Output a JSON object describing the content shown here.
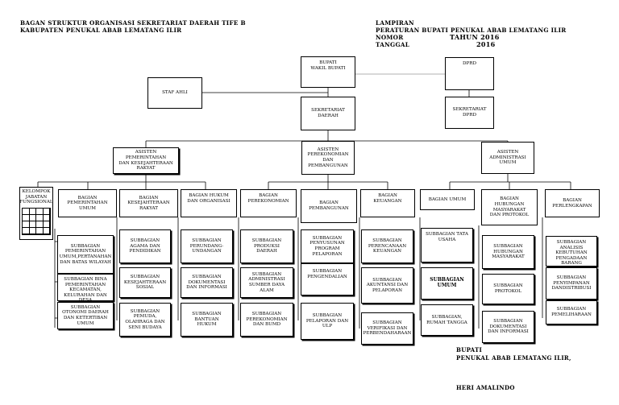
{
  "header": {
    "left_line1": "BAGAN STRUKTUR ORGANISASI SEKRETARIAT DAERAH TIFE B",
    "left_line2": "KABUPATEN PENUKAL ABAB LEMATANG ILIR",
    "right_line1": "LAMPIRAN",
    "right_line2": "PERATURAN BUPATI PENUKAL ABAB LEMATANG ILIR",
    "nomor_label": "NOMOR",
    "tahun_label": "TAHUN 2016",
    "tanggal_label": "TANGGAL",
    "tanggal_year": "2016"
  },
  "top": {
    "bupati": "BUPATI\nWAKIL BUPATI",
    "dprd": "DPRD",
    "staf_ahli": "STAF AHLI",
    "sekretariat_daerah": "SEKRETARIAT\nDAERAH",
    "sekretariat_dprd": "SEKRETARIAT\nDPRD"
  },
  "asisten": {
    "a1": "ASISTEN PEMERINTAHAN\nDAN KESEJAHTERAAN\nRAKYAT",
    "a2": "ASISTEN\nPEREKONOMIAN\nDAN\nPEMBANGUNAN",
    "a3": "ASISTEN\nADMINISTRASI\nUMUM"
  },
  "kelompok": "KELOMPOK\nJABATAN\nFUNGSIONAL",
  "bagian": [
    "BAGIAN\nPEMERINTAHAN\nUMUM",
    "BAGIAN\nKESEJAHTERAAN\nRAKYAT",
    "BAGIAN HUKUM\nDAN ORGANISASI",
    "BAGIAN\nPEREKONOMIAN",
    "BAGIAN\nPEMBANGUNAN",
    "BAGIAN\nKEUANGAN",
    "BAGIAN UMUM",
    "BAGIAN\nHUBUNGAN\nMASYARAKAT\nDAN PROTOKOL",
    "BAGIAN\nPERLENGKAPAN"
  ],
  "subbagian": [
    [
      "SUBBAGIAN\nPEMERINTAHAN\nUMUM,PERTANAHAN\nDAN BATAS WILAYAH",
      "SUBBAGIAN BINA\nPEMERINTAHAN\nKECAMATAN,\nKELURAHAN DAN\nDESA",
      "SUBBAGIAN\nOTONOMI DAERAH\nDAN KETERTIBAN\nUMUM"
    ],
    [
      "SUBBAGIAN\nAGAMA DAN\nPENDIDIKAN",
      "SUBBAGIAN\nKESEJAHTERAAN\nSOSIAL",
      "SUBBAGIAN\nPEMUDA,\nOLAHRAGA DAN\nSENI BUDAYA"
    ],
    [
      "SUBBAGIAN\nPERUNDANG-\nUNDANGAN",
      "SUBBAGIAN\nDOKUMENTASI\nDAN INFORMASI",
      "SUBBAGIAN\nBANTUAN\nHUKUM"
    ],
    [
      "SUBBAGIAN\nPRODUKSI\nDAERAH",
      "SUBBAGIAN\nADMINISTRASI\nSUMBER DAYA\nALAM",
      "SUBBAGIAN\nPEREKONOMIAN\nDAN BUMD"
    ],
    [
      "SUBBAGIAN\nPENYUSUNAN\nPROGRAM\nPELAPORAN",
      "SUBBAGIAN\nPENGENDALIAN",
      "SUBBAGIAN\nPELAPORAN DAN\nULP"
    ],
    [
      "SUBBAGIAN\nPERENCANAAN\nKEUANGAN",
      "SUBBAGIAN\nAKUNTANSI DAN\nPELAPORAN",
      "SUBBAGIAN\nVERIFIKASI DAN\nPERBENDAHARAAN"
    ],
    [
      "SUBBAGIAN TATA\nUSAHA",
      "SUBBAGIAN\nUMUM",
      "SUBBAGIAN,\nRUMAH TANGGA"
    ],
    [
      "SUBBAGIAN\nHUBUNGAN\nMASYARAKAT",
      "SUBBAGIAN\nPROTOKOL",
      "SUBBAGIAN\nDOKUMENTASI\nDAN INFORMASI"
    ],
    [
      "SUBBAGIAN\nANALISIS\nKEBUTUHAN\nPENGADAAN\nBARANG",
      "SUBBAGIAN\nPENYIMPANAN\nDANDISTRIBUSI",
      "SUBBAGIAN\nPEMELIHARAAN"
    ]
  ],
  "signature": {
    "line1": "BUPATI",
    "line2": "PENUKAL ABAB LEMATANG ILIR,",
    "name": "HERI AMALINDO"
  }
}
